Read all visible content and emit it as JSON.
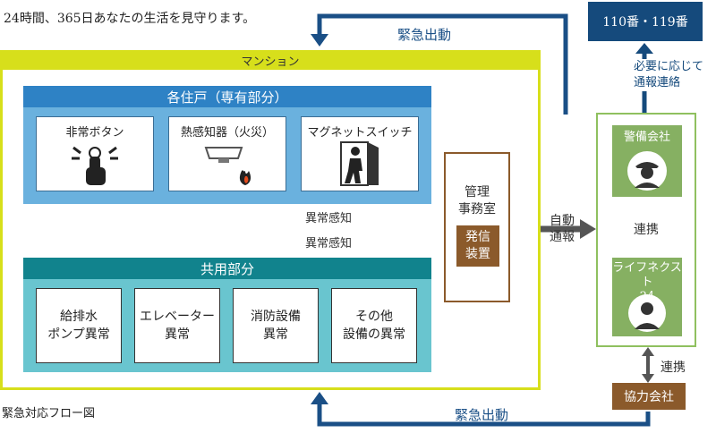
{
  "tagline": "24時間、365日あなたの生活を見守ります。",
  "caption": "緊急対応フロー図",
  "top_dispatch_label": "緊急出動",
  "bottom_dispatch_label": "緊急出動",
  "call_box": "110番・119番",
  "notify_label_line1": "必要に応じて",
  "notify_label_line2": "通報連絡",
  "mansion_label": "マンション",
  "units": {
    "title": "各住戸（専有部分）",
    "sensors": [
      {
        "label": "非常ボタン",
        "icon": "emergency-button-icon"
      },
      {
        "label": "熱感知器（火災）",
        "icon": "heat-detector-icon"
      },
      {
        "label": "マグネットスイッチ",
        "icon": "magnet-switch-icon"
      }
    ]
  },
  "common": {
    "title": "共用部分",
    "items": [
      {
        "line1": "給排水",
        "line2": "ポンプ異常"
      },
      {
        "line1": "エレベーター",
        "line2": "異常"
      },
      {
        "line1": "消防設備",
        "line2": "異常"
      },
      {
        "line1": "その他",
        "line2": "設備の異常"
      }
    ]
  },
  "detect_label_1": "異常感知",
  "detect_label_2": "異常感知",
  "office": {
    "title_line1": "管理",
    "title_line2": "事務室",
    "device_line1": "発信",
    "device_line2": "装置"
  },
  "auto_label_line1": "自動",
  "auto_label_line2": "通報",
  "security_company": {
    "label": "警備会社",
    "icon": "guard-icon"
  },
  "link_label_1": "連携",
  "lifenext": {
    "label_line1": "ライフネクスト",
    "label_line2": "24",
    "icon": "operator-icon"
  },
  "link_label_2": "連携",
  "partner": "協力会社",
  "colors": {
    "navy": "#154a7c",
    "yellow": "#d7df1b",
    "blue_header": "#2e82c5",
    "blue_body": "#6ab1de",
    "teal_header": "#11838d",
    "teal_body": "#69c5cf",
    "brown": "#8b5a2b",
    "green": "#86b062",
    "gray_arrow": "#555555"
  }
}
